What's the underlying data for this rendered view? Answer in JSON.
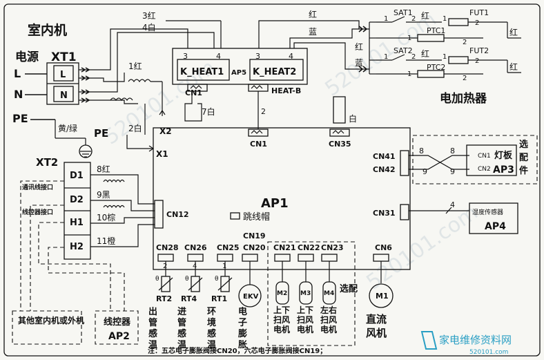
{
  "header": {
    "indoor_unit": "室内机",
    "power": "电源",
    "electric_heater": "电加热器"
  },
  "xt1": {
    "name": "XT1",
    "L": "L",
    "N": "N",
    "ext_L": "L",
    "ext_N": "N",
    "PE": "PE",
    "pe_symbol": "PE"
  },
  "wire_labels": {
    "w3red": "3红",
    "w4white": "4白",
    "w1red": "1红",
    "w2white": "2白",
    "yellow_green": "黄/绿",
    "red_top": "红",
    "blue_top": "蓝",
    "red_bottom": "红",
    "blue_bottom": "蓝",
    "red_out1": "红",
    "red_out2": "红",
    "seven_white": "7白",
    "two": "2",
    "white": "白",
    "x2": "X2",
    "x1": "X1",
    "four": "4",
    "eight_a": "8",
    "nine_a": "9",
    "eight_b": "8",
    "nine_b": "9"
  },
  "heater": {
    "sat1": "SAT1",
    "sat2": "SAT2",
    "ptc1": "PTC1",
    "ptc2": "PTC2",
    "fut1": "FUT1",
    "fut2": "FUT2",
    "pin1": "1",
    "pin2": "2",
    "red": "红"
  },
  "ap5": {
    "heat1": "K_HEAT1",
    "heat2": "K_HEAT2",
    "label": "AP5",
    "p3": "3",
    "p4": "4",
    "cn1": "CN1",
    "heat_b": "HEAT-B"
  },
  "ap1": {
    "label": "AP1",
    "jumper": "跳线帽",
    "cn1": "CN1",
    "cn35": "CN35",
    "cn41": "CN41",
    "cn42": "CN42",
    "cn31": "CN31",
    "cn12": "CN12",
    "cn19": "CN19",
    "cn28": "CN28",
    "cn26": "CN26",
    "cn25": "CN25",
    "cn20": "CN20",
    "cn21": "CN21",
    "cn22": "CN22",
    "cn23": "CN23",
    "cn6": "CN6"
  },
  "xt2": {
    "name": "XT2",
    "D1": "D1",
    "D2": "D2",
    "H1": "H1",
    "H2": "H2",
    "comm_port": "通讯线接口",
    "ctrl_port": "线控器接口",
    "w8": "8红",
    "w9": "9黑",
    "w10": "10棕",
    "w11": "11橙"
  },
  "ap3": {
    "cn1": "CN1",
    "cn2": "CN2",
    "board": "灯板",
    "label": "AP3",
    "optional": "选配件"
  },
  "ap4": {
    "sensor": "湿度传感器",
    "label": "AP4"
  },
  "sensors": {
    "rt2": "RT2",
    "rt4": "RT4",
    "rt1": "RT1",
    "ekv": "EKV",
    "pin2": "2",
    "pin4": "4",
    "pin1": "1",
    "theta": "θ",
    "desc_rt2": "出管感温包",
    "desc_rt4": "进管感温包",
    "desc_rt1": "环境感温包",
    "desc_ekv": "电子膨胀阀"
  },
  "motors": {
    "m2": "M2",
    "m3": "M3",
    "m4": "M4",
    "m1": "M1",
    "desc_m2": "上下扫风电机",
    "desc_m3": "上下扫风电机",
    "desc_m4": "左右扫风电机",
    "desc_m1": "直流风机",
    "optional": "选配"
  },
  "others": {
    "other_units": "其他室内机或外机",
    "controller": "线控器",
    "ap2": "AP2"
  },
  "footnote": "注：五芯电子膨胀阀接CN20，六芯电子膨胀阀接CN19；",
  "watermark": {
    "cn": "家电维修资料网",
    "url": "520101.com"
  },
  "colors": {
    "line": "#111111",
    "background": "#f7f7f3",
    "watermark": "#2a9fc4"
  }
}
